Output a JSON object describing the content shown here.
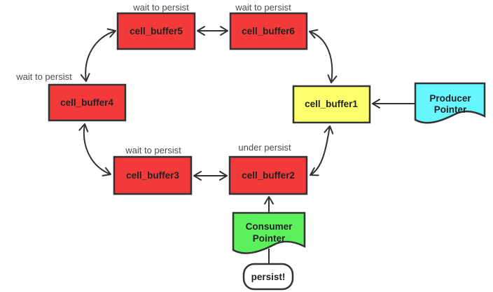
{
  "colors": {
    "red": "#f23a3a",
    "yellow": "#fdff6b",
    "cyan": "#66f6ff",
    "green": "#5cf05c",
    "white": "#ffffff",
    "stroke": "#333333",
    "status_text": "#4d4d4d",
    "node_text": "#222222"
  },
  "nodes": {
    "buffer1": {
      "label": "cell_buffer1"
    },
    "buffer2": {
      "label": "cell_buffer2",
      "status": "under persist"
    },
    "buffer3": {
      "label": "cell_buffer3",
      "status": "wait to persist"
    },
    "buffer4": {
      "label": "cell_buffer4",
      "status": "wait to persist"
    },
    "buffer5": {
      "label": "cell_buffer5",
      "status": "wait to persist"
    },
    "buffer6": {
      "label": "cell_buffer6",
      "status": "wait to persist"
    },
    "producer": {
      "label_line1": "Producer",
      "label_line2": "Pointer"
    },
    "consumer": {
      "label_line1": "Consumer",
      "label_line2": "Pointer"
    },
    "persist": {
      "label": "persist!"
    }
  }
}
